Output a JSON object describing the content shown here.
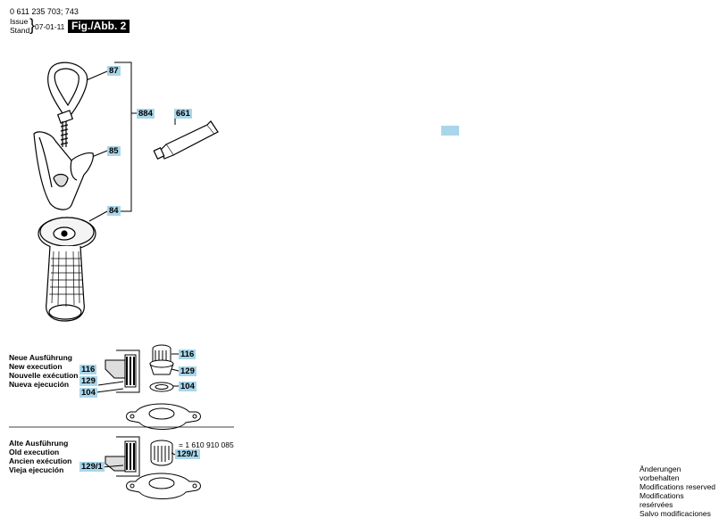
{
  "header": {
    "doc_id": "0 611 235 703; 743",
    "issue_label": "Issue",
    "stand_label": "Stand",
    "date": "07-01-11",
    "figure": "Fig./Abb. 2"
  },
  "callouts": {
    "c87": "87",
    "c884": "884",
    "c85": "85",
    "c84": "84",
    "c661": "661",
    "new_116": "116",
    "new_129": "129",
    "new_104": "104",
    "new_116b": "116",
    "new_129b": "129",
    "new_104b": "104",
    "old_1291": "129/1",
    "old_1291b": "129/1"
  },
  "new_execution": [
    "Neue Ausführung",
    "New execution",
    "Nouvelle exécution",
    "Nueva ejecución"
  ],
  "old_execution": [
    "Alte Ausführung",
    "Old execution",
    "Ancien exécution",
    "Vieja ejecución"
  ],
  "old_part_number": "= 1 610 910 085",
  "modifications": [
    "Änderungen vorbehalten",
    "Modifications reserved",
    "Modifications resérvées",
    "Salvo modificaciones"
  ],
  "colors": {
    "label_bg": "#a9d6ea"
  }
}
